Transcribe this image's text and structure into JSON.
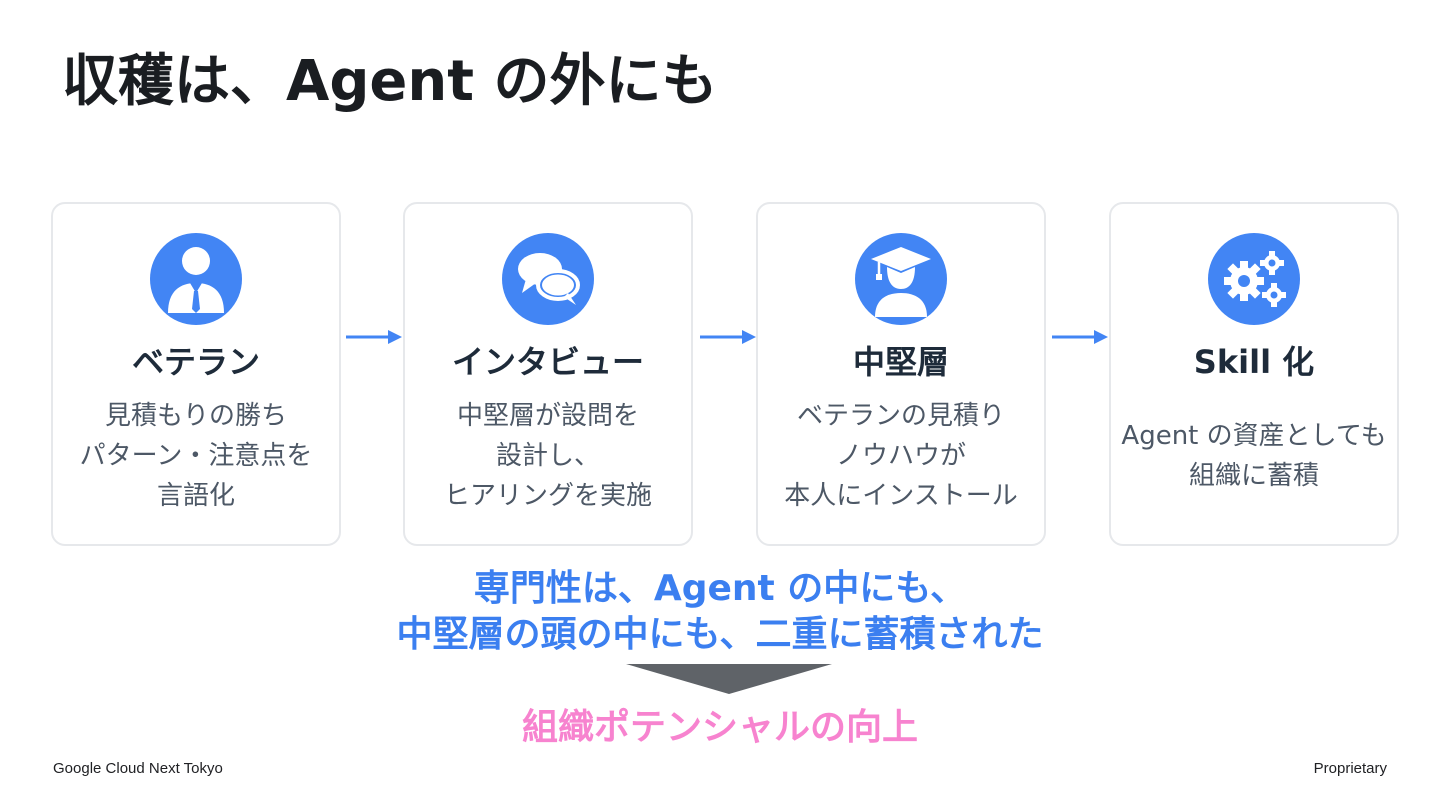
{
  "title": "収穫は、Agent の外にも",
  "steps": [
    {
      "icon": "business-person-icon",
      "title": "ベテラン",
      "description": "見積もりの勝ち\nパターン・注意点を\n言語化"
    },
    {
      "icon": "chat-bubbles-icon",
      "title": "インタビュー",
      "description": "中堅層が設問を\n設計し、\nヒアリングを実施"
    },
    {
      "icon": "graduate-icon",
      "title": "中堅層",
      "description": "ベテランの見積り\nノウハウが\n本人にインストール"
    },
    {
      "icon": "gears-icon",
      "title": "Skill 化",
      "description": "Agent の資産としても\n組織に蓄積"
    }
  ],
  "summary": {
    "line1": "専門性は、Agent の中にも、",
    "line2": "中堅層の頭の中にも、二重に蓄積された"
  },
  "result": "組織ポテンシャルの向上",
  "footer": {
    "left": "Google Cloud Next Tokyo",
    "right": "Proprietary"
  },
  "colors": {
    "accent_blue": "#4285f4",
    "summary_blue": "#3b7ff0",
    "result_pink": "#f783cf",
    "triangle_gray": "#5f6368"
  }
}
